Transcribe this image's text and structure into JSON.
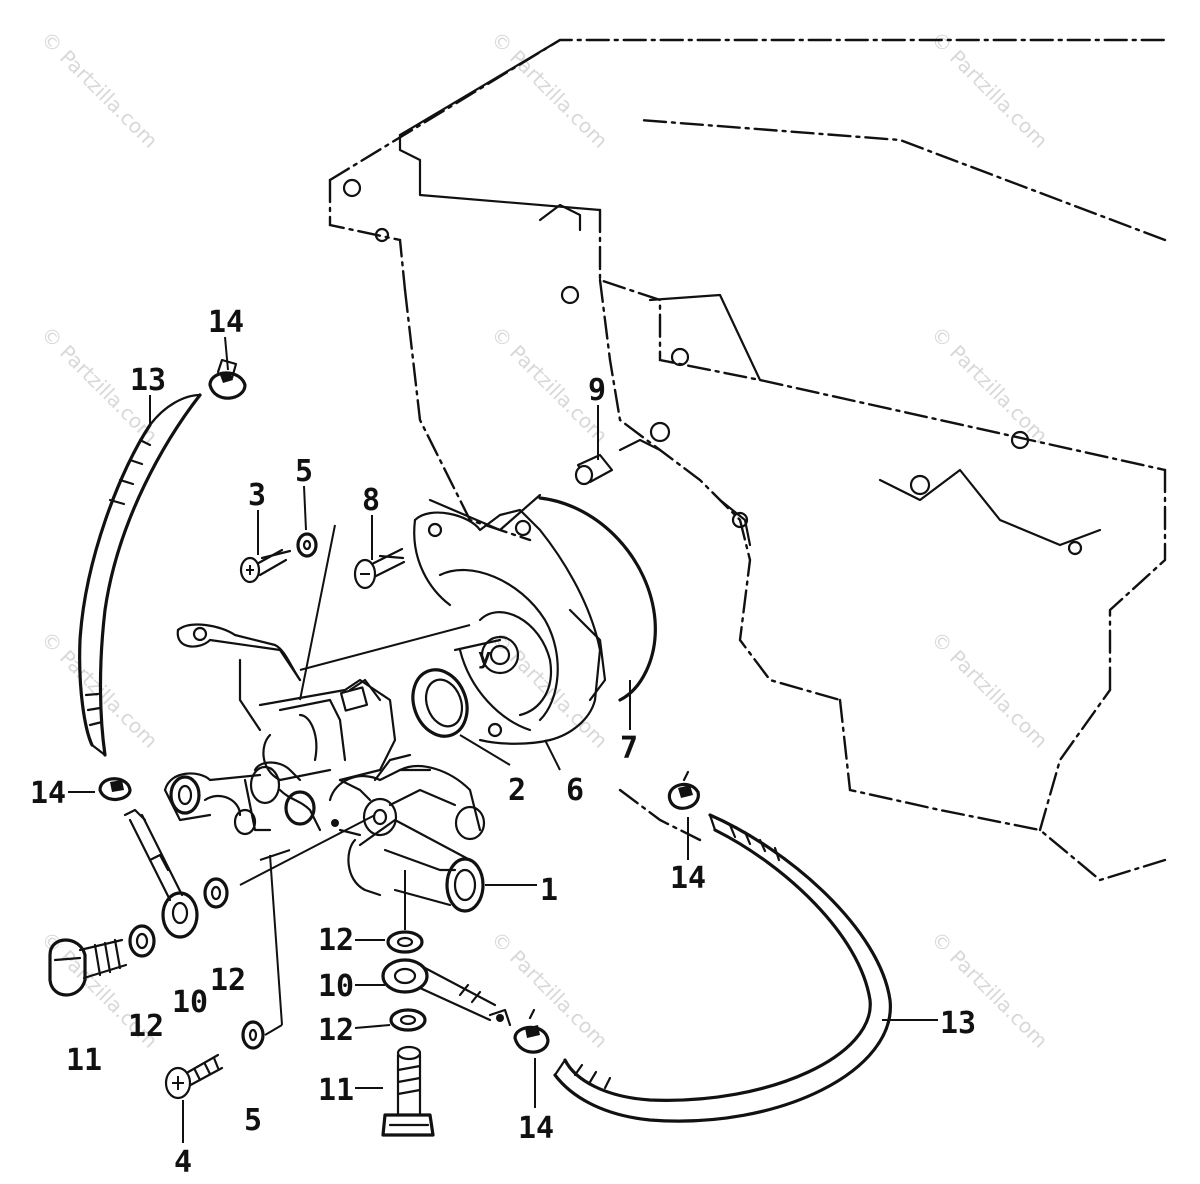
{
  "watermark": "© Partzilla.com",
  "callouts": {
    "c1": "1",
    "c2": "2",
    "c3": "3",
    "c4": "4",
    "c5a": "5",
    "c5b": "5",
    "c6": "6",
    "c7": "7",
    "c8": "8",
    "c9": "9",
    "c10a": "10",
    "c10b": "10",
    "c11a": "11",
    "c11b": "11",
    "c12a": "12",
    "c12b": "12",
    "c12c": "12",
    "c12d": "12",
    "c13a": "13",
    "c13b": "13",
    "c14a": "14",
    "c14b": "14",
    "c14c": "14",
    "c14d": "14"
  },
  "marker": "y",
  "colors": {
    "ink": "#111111",
    "watermark": "#b9b9b9",
    "background": "#ffffff"
  }
}
